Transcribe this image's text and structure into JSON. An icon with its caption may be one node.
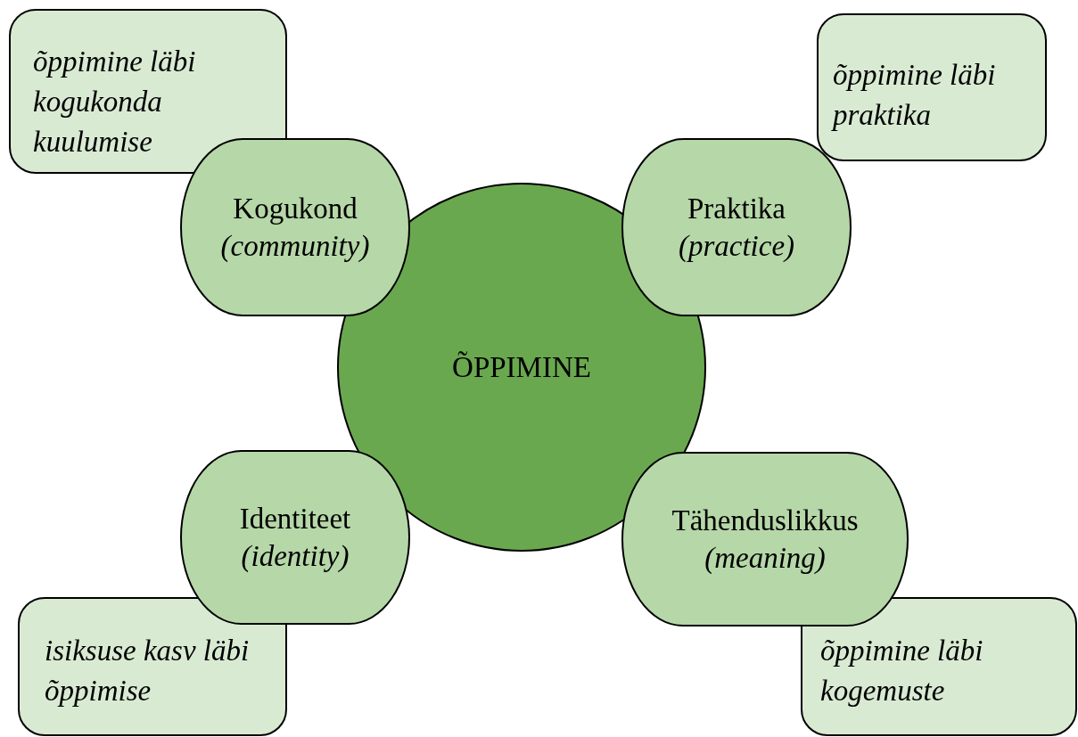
{
  "diagram": {
    "nodes": [
      {
        "text": [
          "õppimine läbi kogukonda kuulumise"
        ]
      },
      {
        "text": [
          "õppimine läbi praktika"
        ]
      },
      {
        "text": [
          "Kogukond",
          "(community)"
        ]
      },
      {
        "text": [
          "Praktika",
          "(practice)"
        ]
      },
      {
        "text": [
          "ÕPPIMINE"
        ]
      },
      {
        "text": [
          "Identiteet",
          "(identity)"
        ]
      },
      {
        "text": [
          "Tähenduslikkus",
          "(meaning)"
        ]
      },
      {
        "text": [
          "isiksuse kasv läbi õppimise"
        ]
      },
      {
        "text": [
          "õppimine läbi kogemuste"
        ]
      }
    ],
    "edges": []
  }
}
